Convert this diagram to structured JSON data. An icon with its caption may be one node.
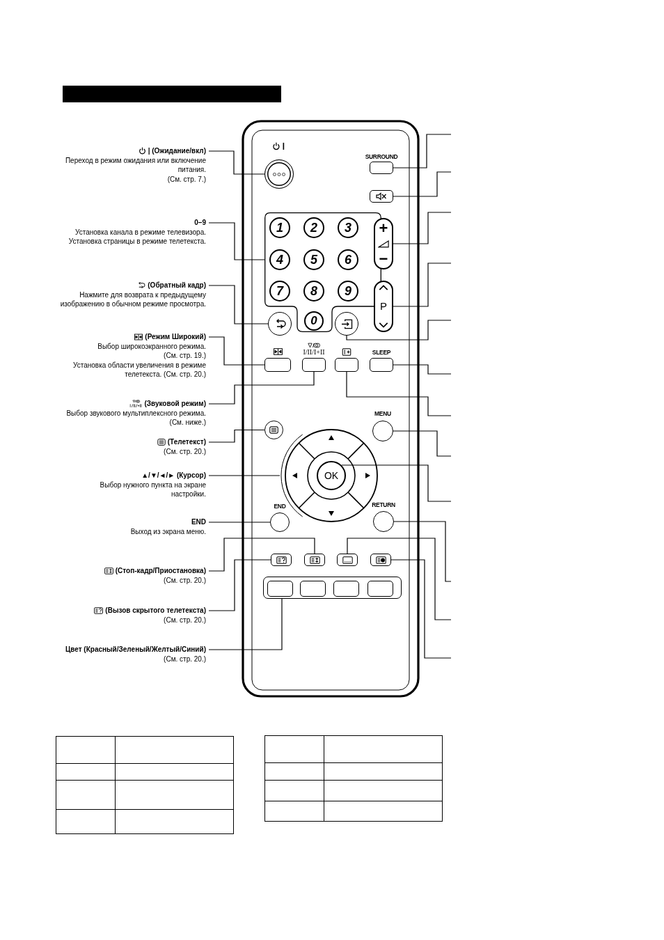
{
  "diagram": {
    "nodes": [
      {
        "text": [],
        "shape": "bar"
      },
      {
        "text": [
          "| (Ожидание/вкл)",
          "Переход в режим ожидания или включение питания.",
          "(См. стр. 7.)"
        ]
      },
      {
        "text": [
          "0–9",
          "Установка канала в режиме телевизора.",
          "Установка страницы в режиме телетекста."
        ]
      },
      {
        "text": [
          "(Обратный кадр)",
          "Нажмите для возврата к предыдущему изображению в обычном режиме просмотра."
        ]
      },
      {
        "text": [
          "(Режим Широкий)",
          "Выбор широкоэкранного режима.",
          "(См. стр. 19.)",
          "Установка области увеличения в режиме телетекста. (См. стр. 20.)"
        ]
      },
      {
        "text": [
          "(Звуковой режим)",
          "Выбор звукового мультиплексного режима.",
          "(См. ниже.)"
        ]
      },
      {
        "text": [
          "(Телетекст)",
          "(См. стр. 20.)"
        ]
      },
      {
        "text": [
          "▲/▼/◄/► (Курсор)",
          "Выбор нужного пункта на экране настройки."
        ]
      },
      {
        "text": [
          "END",
          "Выход из экрана меню."
        ]
      },
      {
        "text": [
          "(Стоп-кадр/Приостановка)",
          "(См. стр. 20.)"
        ]
      },
      {
        "text": [
          "(Вызов скрытого телетекста)",
          "(См. стр. 20.)"
        ]
      },
      {
        "text": [
          "Цвет (Красный/Зеленый/Желтый/Синий)",
          "(См. стр. 20.)"
        ]
      },
      {
        "text": [],
        "shape": "circle"
      },
      {
        "text": [
          "SURROUND"
        ]
      },
      {
        "text": [],
        "shape": "box"
      },
      {
        "text": [],
        "shape": "box"
      },
      {
        "text": [
          "1"
        ],
        "in": 15
      },
      {
        "text": [
          "2"
        ],
        "in": 15
      },
      {
        "text": [
          "3"
        ],
        "in": 15
      },
      {
        "text": [
          "4"
        ],
        "in": 15
      },
      {
        "text": [
          "5"
        ],
        "in": 15
      },
      {
        "text": [
          "6"
        ],
        "in": 15
      },
      {
        "text": [
          "7"
        ],
        "in": 15
      },
      {
        "text": [
          "8"
        ],
        "in": 15
      },
      {
        "text": [
          "9"
        ],
        "in": 15
      },
      {
        "text": [
          "+",
          "−"
        ]
      },
      {
        "text": [
          "P"
        ]
      },
      {
        "text": [],
        "shape": "circle"
      },
      {
        "text": [
          "0"
        ],
        "in": 15
      },
      {
        "text": [],
        "shape": "circle"
      },
      {
        "text": [],
        "shape": "box"
      },
      {
        "text": [
          "I/II/I+II"
        ]
      },
      {
        "text": [],
        "shape": "box"
      },
      {
        "text": [
          "SLEEP"
        ]
      },
      {
        "text": [],
        "shape": "circle"
      },
      {
        "text": [
          "MENU"
        ]
      },
      {
        "text": [],
        "shape": "circle"
      },
      {
        "text": [
          "OK"
        ],
        "in": 36
      },
      {
        "text": [
          "END"
        ]
      },
      {
        "text": [
          "RETURN"
        ]
      },
      {
        "text": [],
        "shape": "box"
      },
      {
        "text": [],
        "shape": "box"
      },
      {
        "text": [],
        "shape": "box"
      },
      {
        "text": [],
        "shape": "box"
      },
      {
        "text": [],
        "shape": "box"
      },
      {
        "text": [],
        "shape": "box",
        "in": 44
      },
      {
        "text": [],
        "shape": "box",
        "in": 44
      },
      {
        "text": [],
        "shape": "box",
        "in": 44
      },
      {
        "text": [],
        "shape": "box",
        "in": 44
      }
    ],
    "edges": [
      {
        "from": 1,
        "to": 12,
        "arrow": "none"
      },
      {
        "from": 2,
        "to": 15,
        "arrow": "none"
      },
      {
        "from": 3,
        "to": 27,
        "arrow": "none"
      },
      {
        "from": 4,
        "to": 30,
        "arrow": "none"
      },
      {
        "from": 5,
        "to": 31,
        "arrow": "none"
      },
      {
        "from": 6,
        "to": 34,
        "arrow": "none"
      },
      {
        "from": 7,
        "to": 36,
        "arrow": "none"
      },
      {
        "from": 8,
        "to": 38,
        "arrow": "none"
      },
      {
        "from": 9,
        "to": 41,
        "arrow": "none"
      },
      {
        "from": 10,
        "to": 40,
        "arrow": "none"
      },
      {
        "from": 11,
        "to": 44,
        "arrow": "none"
      },
      {
        "from": null,
        "to": 13,
        "arrow": "none"
      },
      {
        "from": null,
        "to": 14,
        "arrow": "none"
      },
      {
        "from": null,
        "to": 25,
        "arrow": "none"
      },
      {
        "from": null,
        "to": 26,
        "arrow": "none"
      },
      {
        "from": null,
        "to": 29,
        "arrow": "none"
      },
      {
        "from": null,
        "to": 33,
        "arrow": "none"
      },
      {
        "from": null,
        "to": 32,
        "arrow": "none"
      },
      {
        "from": null,
        "to": 35,
        "arrow": "none"
      },
      {
        "from": null,
        "to": 37,
        "arrow": "none"
      },
      {
        "from": null,
        "to": 39,
        "arrow": "none"
      },
      {
        "from": null,
        "to": 42,
        "arrow": "none"
      },
      {
        "from": null,
        "to": 43,
        "arrow": "none"
      }
    ]
  }
}
